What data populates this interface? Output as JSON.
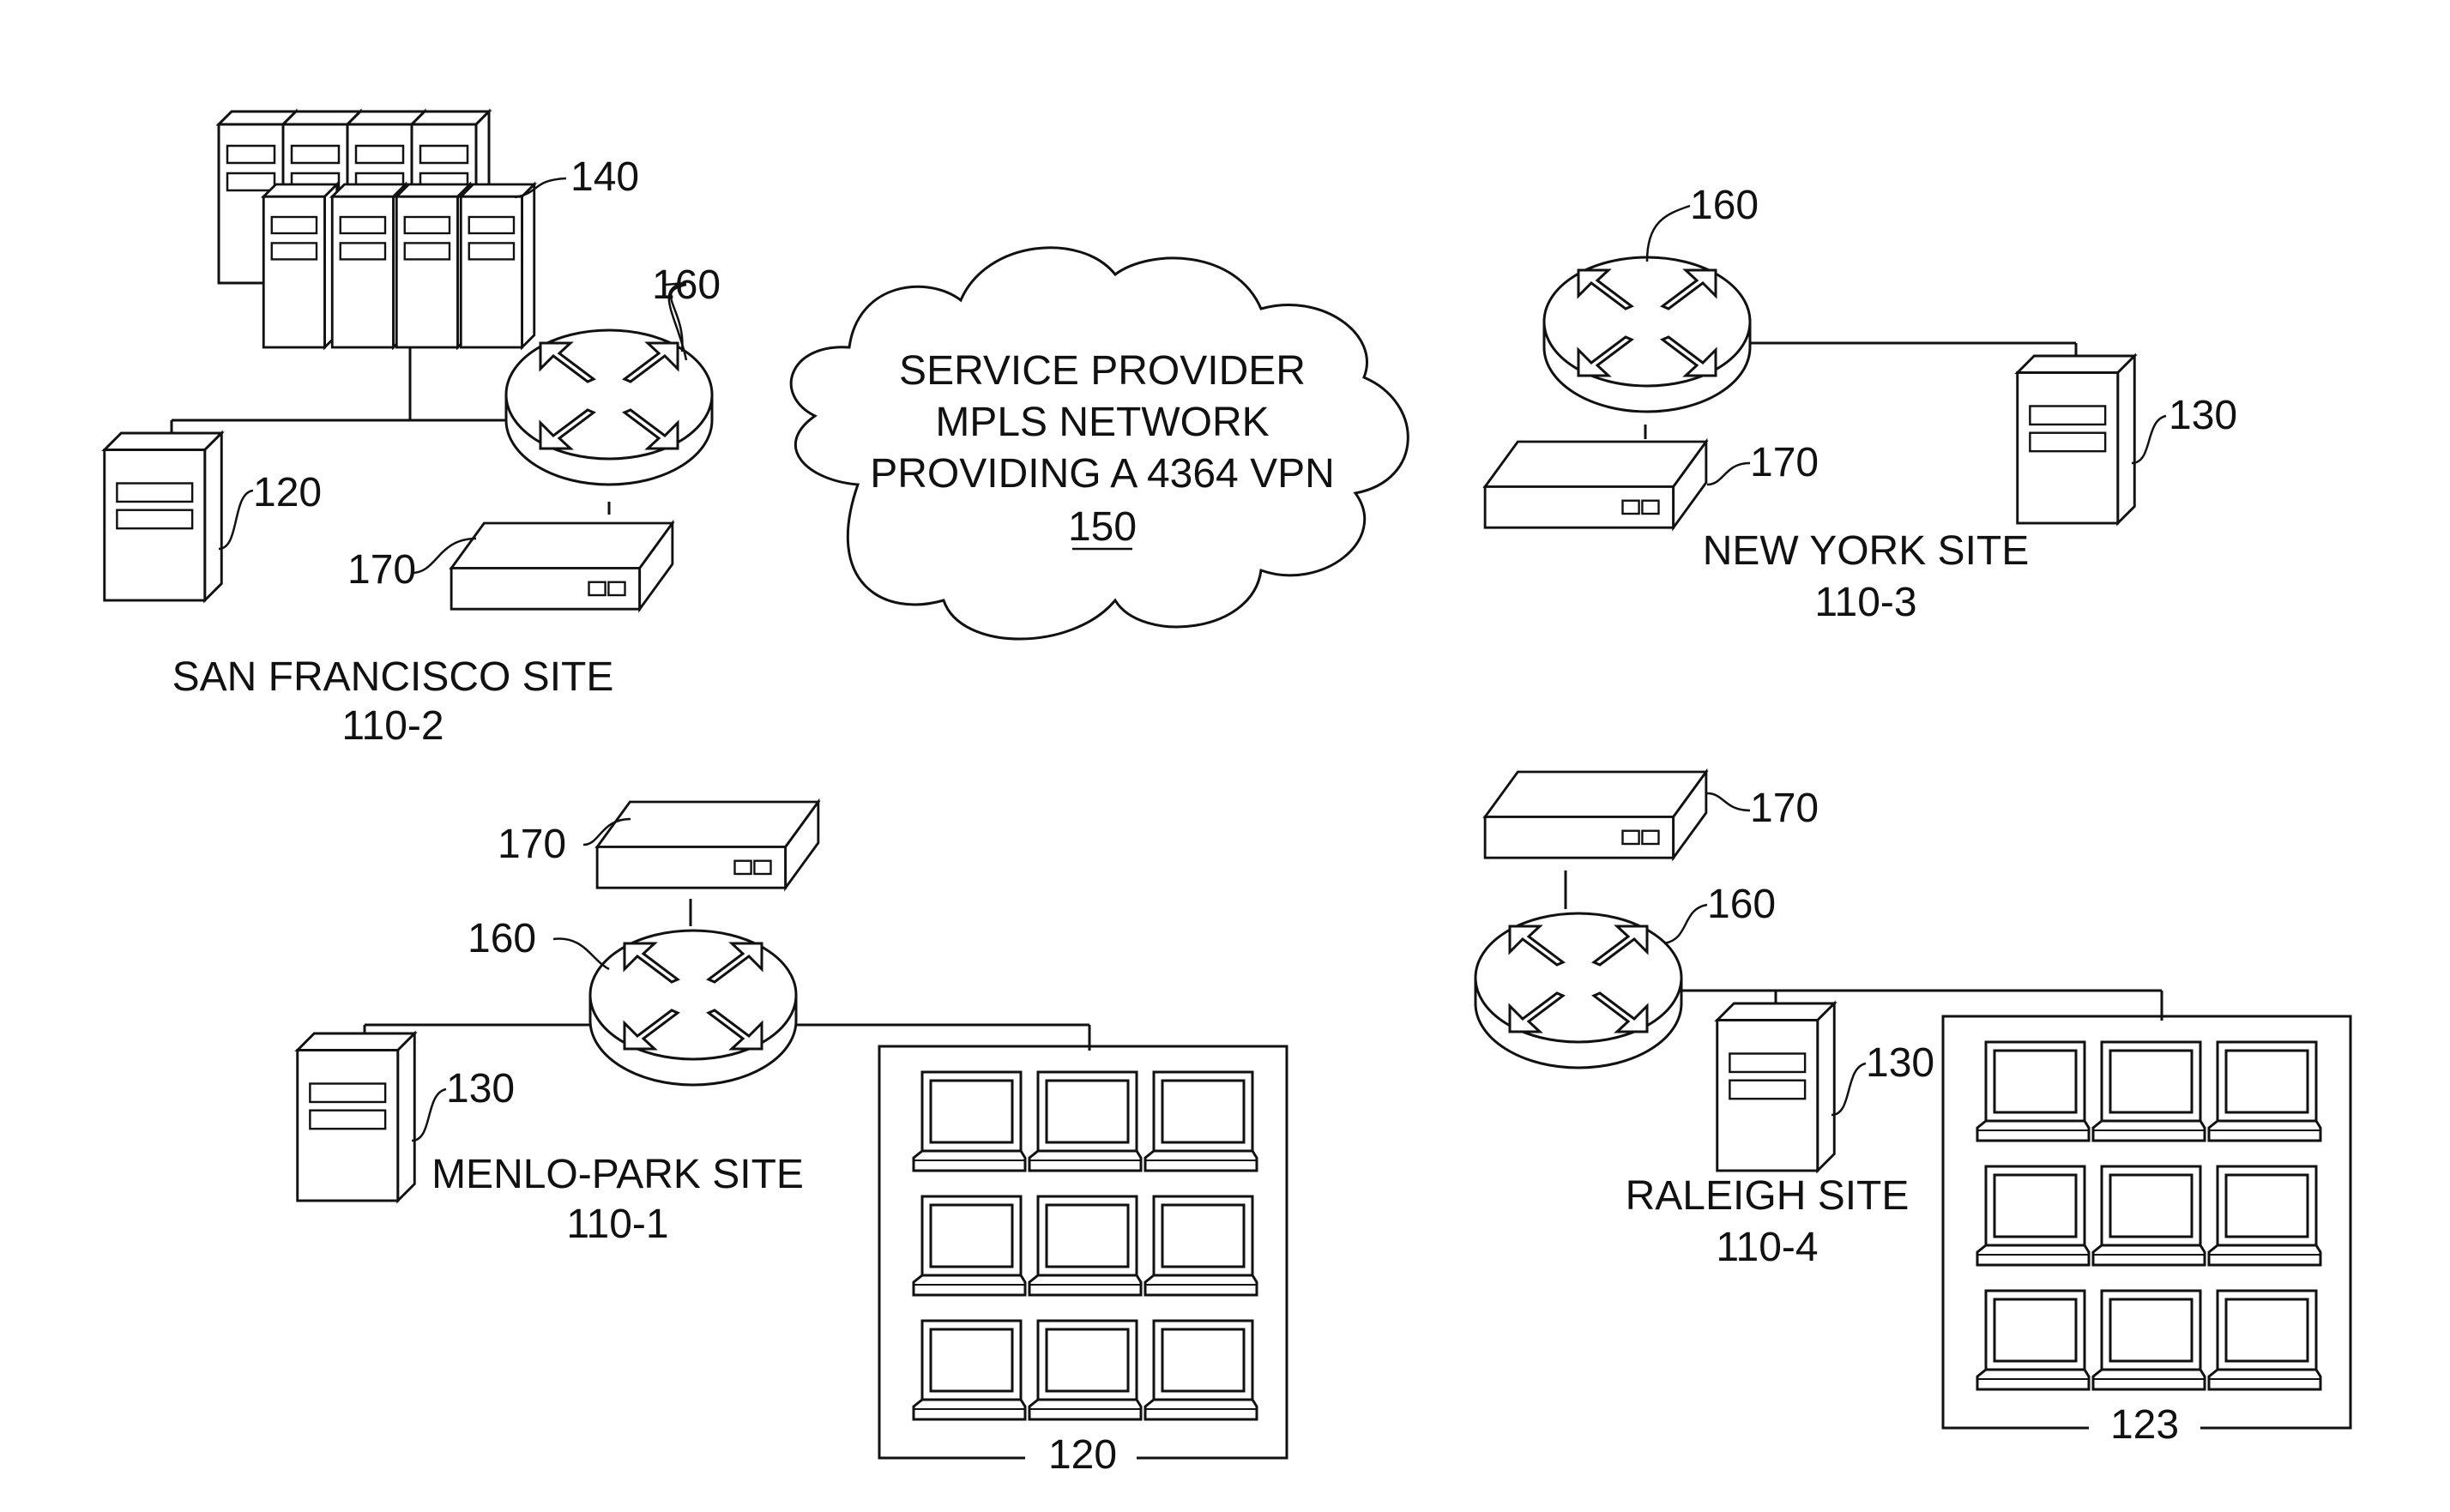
{
  "cloud": {
    "line1": "SERVICE PROVIDER",
    "line2": "MPLS NETWORK",
    "line3": "PROVIDING A 4364 VPN",
    "ref": "150"
  },
  "sites": {
    "san_francisco": {
      "name": "SAN FRANCISCO SITE",
      "id": "110-2",
      "server_farm_ref": "140",
      "router_ref": "160",
      "server_ref": "120",
      "modem_ref": "170"
    },
    "new_york": {
      "name": "NEW YORK SITE",
      "id": "110-3",
      "router_ref": "160",
      "modem_ref": "170",
      "server_ref": "130"
    },
    "menlo_park": {
      "name": "MENLO-PARK SITE",
      "id": "110-1",
      "modem_ref": "170",
      "router_ref": "160",
      "server_ref": "130",
      "laptops_ref": "120"
    },
    "raleigh": {
      "name": "RALEIGH SITE",
      "id": "110-4",
      "modem_ref": "170",
      "router_ref": "160",
      "server_ref": "130",
      "laptops_ref": "123"
    }
  }
}
